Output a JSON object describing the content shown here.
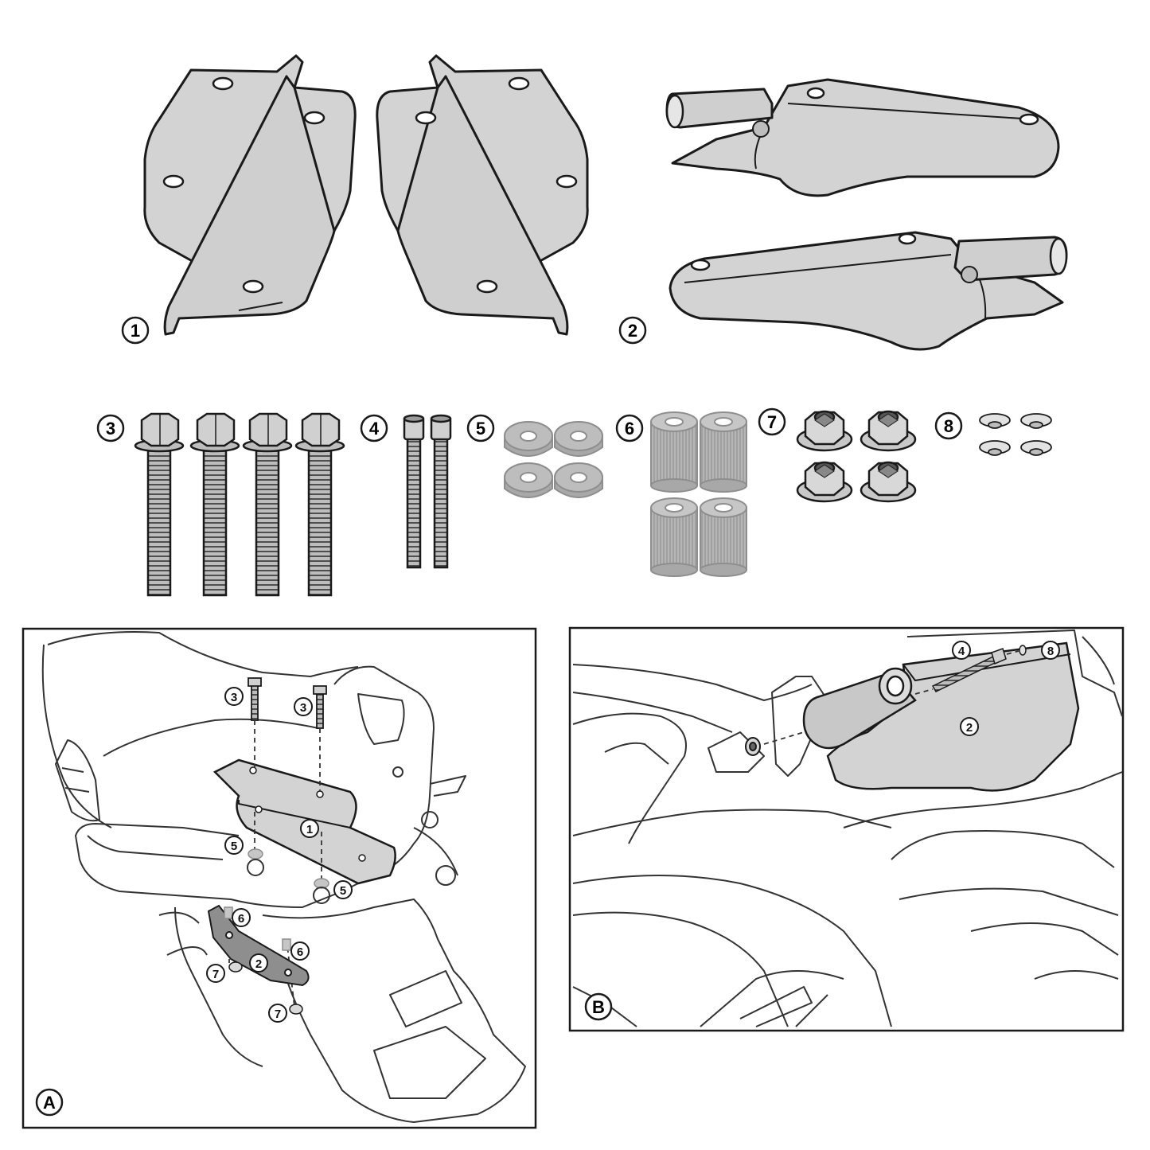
{
  "parts": [
    {
      "number": "1"
    },
    {
      "number": "2"
    },
    {
      "number": "3"
    },
    {
      "number": "4"
    },
    {
      "number": "5"
    },
    {
      "number": "6"
    },
    {
      "number": "7"
    },
    {
      "number": "8"
    }
  ],
  "panels": {
    "a": {
      "label": "A"
    },
    "b": {
      "label": "B"
    }
  },
  "callouts": {
    "a": [
      "3",
      "3",
      "1",
      "5",
      "5",
      "6",
      "6",
      "2",
      "7",
      "7"
    ],
    "b": [
      "4",
      "8",
      "2"
    ]
  },
  "colors": {
    "outline": "#1a1a1a",
    "part_fill": "#d3d3d3",
    "hardware_fill": "#b8b8b8",
    "background": "#ffffff"
  }
}
